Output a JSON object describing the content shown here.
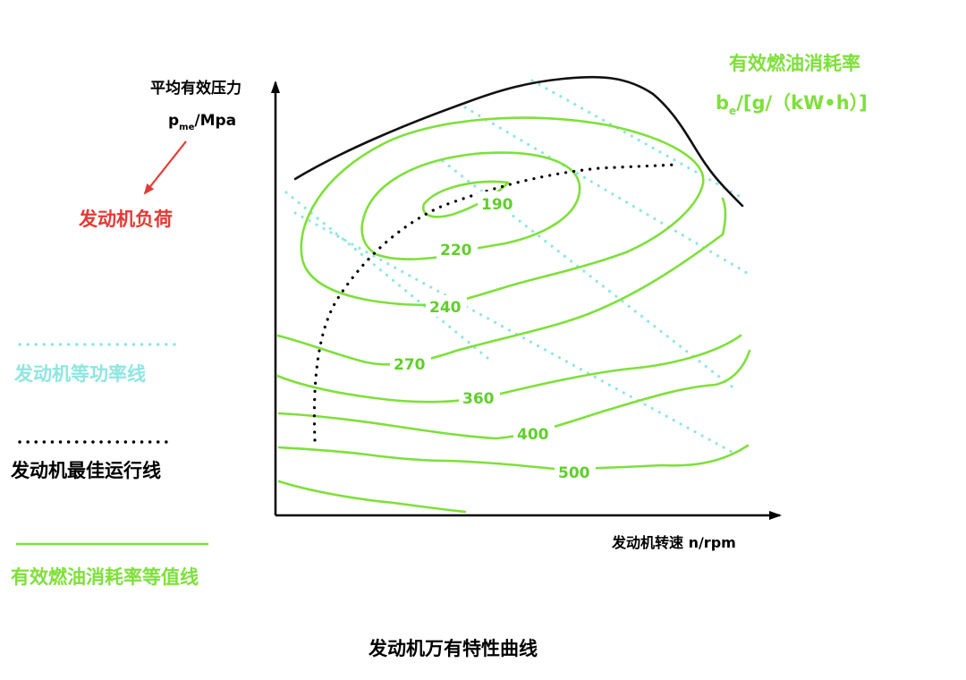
{
  "texts": {
    "y_axis_label": "平均有效压力",
    "y_axis_unit_p": "p",
    "y_axis_unit_sub": "me",
    "y_axis_unit_rest": "/Mpa",
    "x_axis_label": "发动机转速 n/rpm",
    "load_label": "发动机负荷",
    "be_title": "有效燃油消耗率",
    "be_unit_b": "b",
    "be_unit_sub": "e",
    "be_unit_rest": "/[g/（kW•h）]",
    "legend_power": "发动机等功率线",
    "legend_optimal": "发动机最佳运行线",
    "legend_bsfc": "有效燃油消耗率等值线",
    "caption": "发动机万有特性曲线"
  },
  "contours": [
    {
      "value": "190"
    },
    {
      "value": "220"
    },
    {
      "value": "240"
    },
    {
      "value": "270"
    },
    {
      "value": "360"
    },
    {
      "value": "400"
    },
    {
      "value": "500"
    }
  ],
  "colors": {
    "contour": "#7ee03a",
    "power_line": "#8fe6e0",
    "optimal_line": "#000000",
    "load_arrow": "#e53935",
    "axis": "#000000"
  }
}
